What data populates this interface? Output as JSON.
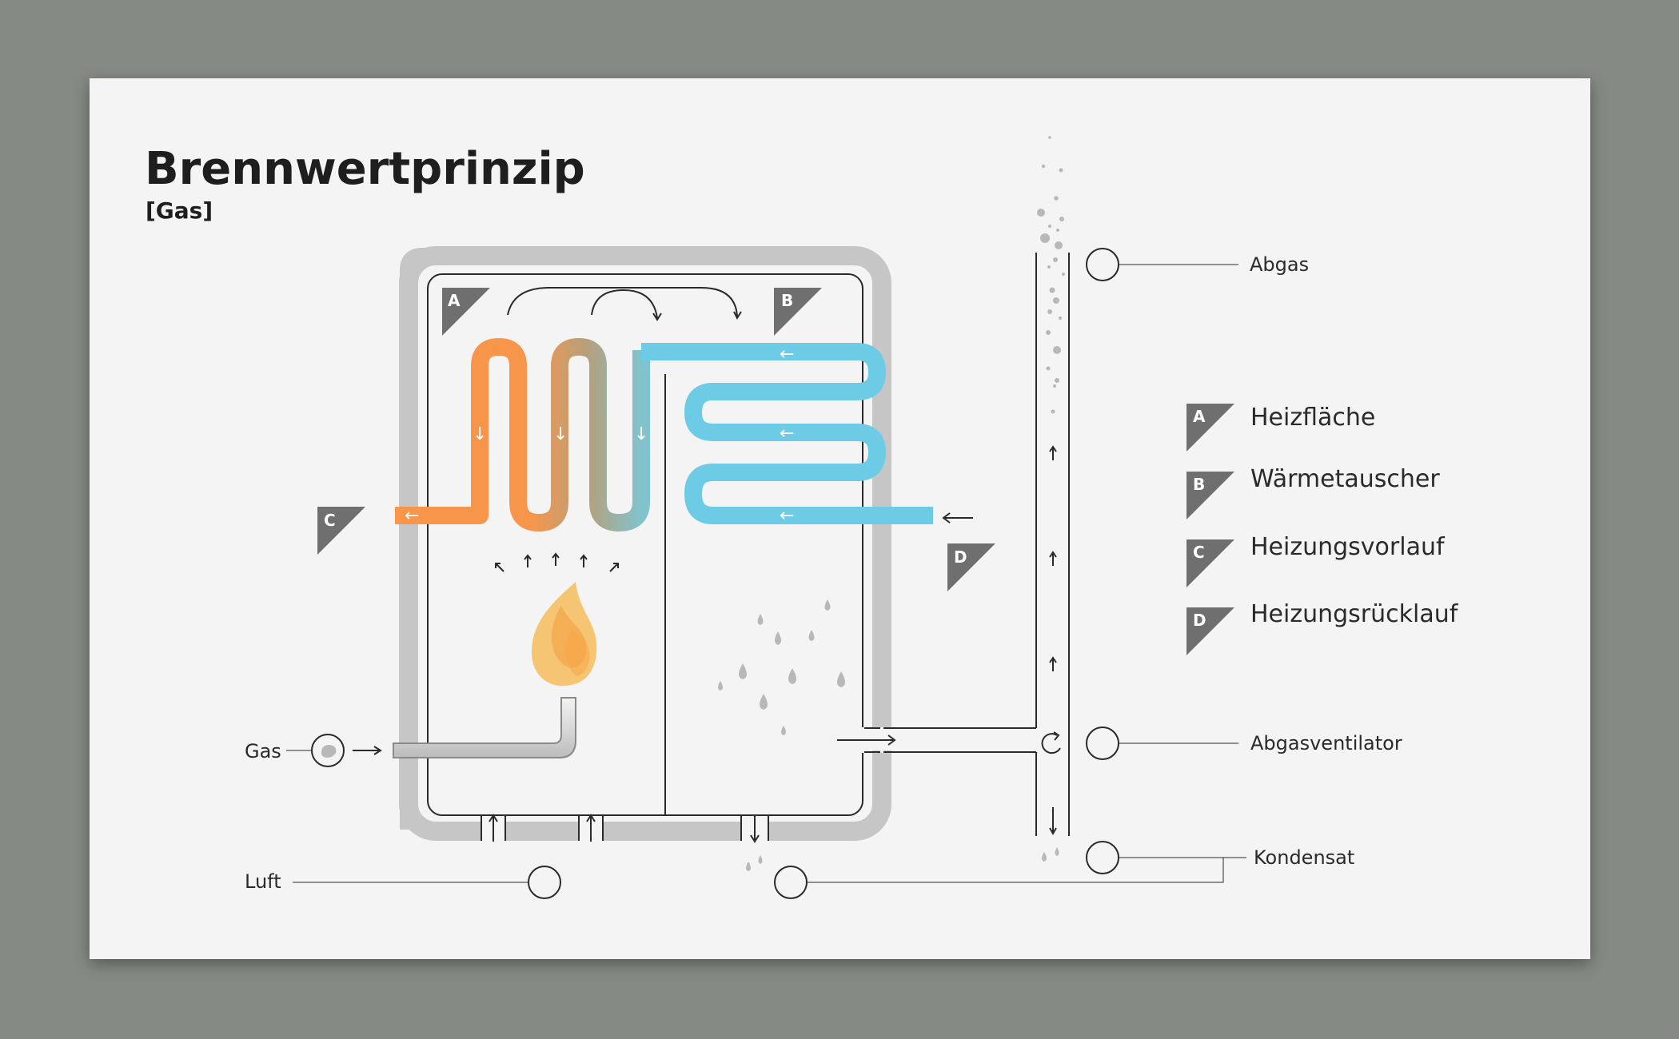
{
  "title": "Brennwertprinzip",
  "subtitle": "[Gas]",
  "labels": {
    "abgas": "Abgas",
    "abgasventilator": "Abgasventilator",
    "kondensat": "Kondensat",
    "gas": "Gas",
    "luft": "Luft"
  },
  "legend": [
    {
      "key": "A",
      "label": "Heizfläche"
    },
    {
      "key": "B",
      "label": "Wärmetauscher"
    },
    {
      "key": "C",
      "label": "Heizungsvorlauf"
    },
    {
      "key": "D",
      "label": "Heizungsrücklauf"
    }
  ],
  "diagram_tags": {
    "a": "A",
    "b": "B",
    "c": "C",
    "d": "D"
  },
  "icons": {
    "flow_arrow_left": "←",
    "flow_arrow_down": "↓",
    "flow_arrow_up": "↑"
  },
  "colors": {
    "hot_water": "#f7964a",
    "cold_water": "#6dcbe6",
    "casing": "#c6c6c6",
    "tag": "#6f6f6f",
    "flame": "#f6b649",
    "droplet": "#b8b8b8"
  }
}
